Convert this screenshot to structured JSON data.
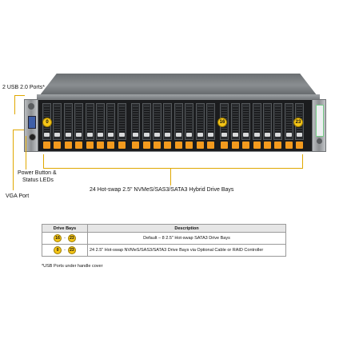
{
  "labels": {
    "usb": "2 USB 2.0 Ports*",
    "power_line1": "Power Button &",
    "power_line2": "Status LEDs",
    "vga": "VGA Port",
    "drive_bays": "24 Hot-swap 2.5\" NVMeS/SAS3/SATA3  Hybrid Drive Bays"
  },
  "badges": {
    "left": "0",
    "middle": "16",
    "right": "23"
  },
  "table": {
    "headers": [
      "Drive Bays",
      "Description"
    ],
    "rows": [
      {
        "from": "16",
        "to": "23",
        "sep": "-",
        "description": "Default – 8 2.5\" Hot-swap SATA3  Drive Bays"
      },
      {
        "from": "0",
        "to": "23",
        "sep": "-",
        "description": "24 2.5\" Hot-swap NVMeS/SAS3/SATA3   Drive Bays via Optional Cable or RAID Controller"
      }
    ]
  },
  "footnote": "*USB  Ports under handle cover",
  "colors": {
    "latch": "#f39a1e",
    "badge": "#f5c518",
    "callout": "#e0a800"
  }
}
